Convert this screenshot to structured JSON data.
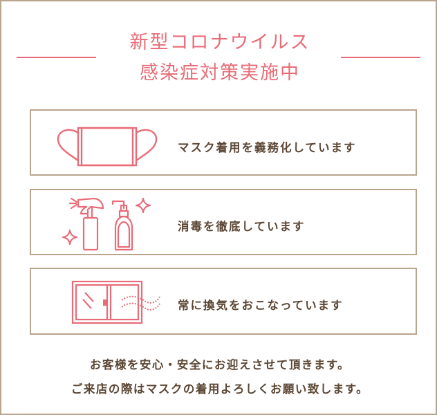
{
  "header": {
    "title_line1": "新型コロナウイルス",
    "title_line2": "感染症対策実施中"
  },
  "measures": [
    {
      "icon": "mask-icon",
      "label": "マスク着用を義務化しています"
    },
    {
      "icon": "disinfectant-bottles-icon",
      "label": "消毒を徹底しています"
    },
    {
      "icon": "window-ventilation-icon",
      "label": "常に換気をおこなっています"
    }
  ],
  "footer": {
    "line1": "お客様を安心・安全にお迎えさせて頂きます。",
    "line2": "ご来店の際はマスクの着用よろしくお願い致します。"
  },
  "colors": {
    "accent": "#e86c77",
    "border": "#b9a48c",
    "text": "#5b4634"
  }
}
